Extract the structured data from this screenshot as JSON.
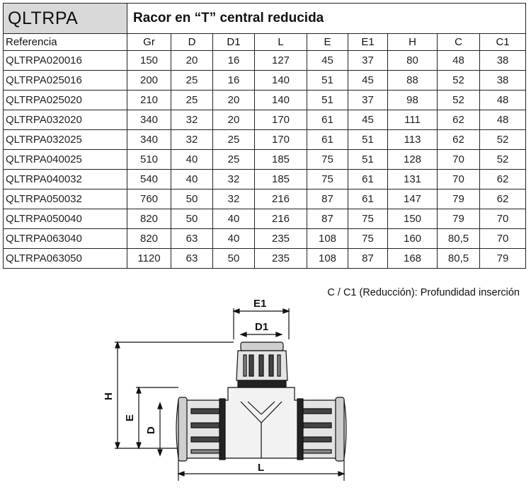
{
  "header": {
    "code": "QLTRPA",
    "title": "Racor en “T” central reducida"
  },
  "table": {
    "columns": [
      "Referencia",
      "Gr",
      "D",
      "D1",
      "L",
      "E",
      "E1",
      "H",
      "C",
      "C1"
    ],
    "rows": [
      [
        "QLTRPA020016",
        "150",
        "20",
        "16",
        "127",
        "45",
        "37",
        "80",
        "48",
        "38"
      ],
      [
        "QLTRPA025016",
        "200",
        "25",
        "16",
        "140",
        "51",
        "45",
        "88",
        "52",
        "38"
      ],
      [
        "QLTRPA025020",
        "210",
        "25",
        "20",
        "140",
        "51",
        "37",
        "98",
        "52",
        "48"
      ],
      [
        "QLTRPA032020",
        "340",
        "32",
        "20",
        "170",
        "61",
        "45",
        "111",
        "62",
        "48"
      ],
      [
        "QLTRPA032025",
        "340",
        "32",
        "25",
        "170",
        "61",
        "51",
        "113",
        "62",
        "52"
      ],
      [
        "QLTRPA040025",
        "510",
        "40",
        "25",
        "185",
        "75",
        "51",
        "128",
        "70",
        "52"
      ],
      [
        "QLTRPA040032",
        "540",
        "40",
        "32",
        "185",
        "75",
        "61",
        "131",
        "70",
        "62"
      ],
      [
        "QLTRPA050032",
        "760",
        "50",
        "32",
        "216",
        "87",
        "61",
        "147",
        "79",
        "62"
      ],
      [
        "QLTRPA050040",
        "820",
        "50",
        "40",
        "216",
        "87",
        "75",
        "150",
        "79",
        "70"
      ],
      [
        "QLTRPA063040",
        "820",
        "63",
        "40",
        "235",
        "108",
        "75",
        "160",
        "80,5",
        "70"
      ],
      [
        "QLTRPA063050",
        "1120",
        "63",
        "50",
        "235",
        "108",
        "87",
        "168",
        "80,5",
        "79"
      ]
    ]
  },
  "note": "C / C1 (Reducción): Profundidad inserción",
  "drawing": {
    "labels": {
      "E1": "E1",
      "D1": "D1",
      "H": "H",
      "E": "E",
      "D": "D",
      "L": "L"
    }
  }
}
